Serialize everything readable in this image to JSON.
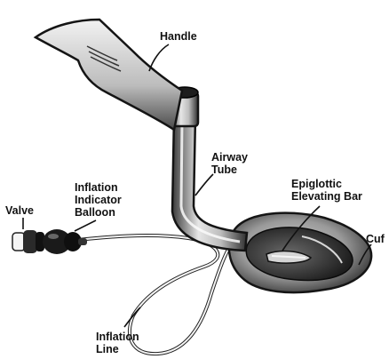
{
  "labels": {
    "handle": "Handle",
    "airway_tube": [
      "Airway",
      "Tube"
    ],
    "epiglottic_bar": [
      "Epiglottic",
      "Elevating Bar"
    ],
    "cuff": "Cuf",
    "valve": "Valve",
    "inflation_balloon": [
      "Inflation",
      "Indicator",
      "Balloon"
    ],
    "inflation_line": [
      "Inflation",
      "Line"
    ]
  }
}
